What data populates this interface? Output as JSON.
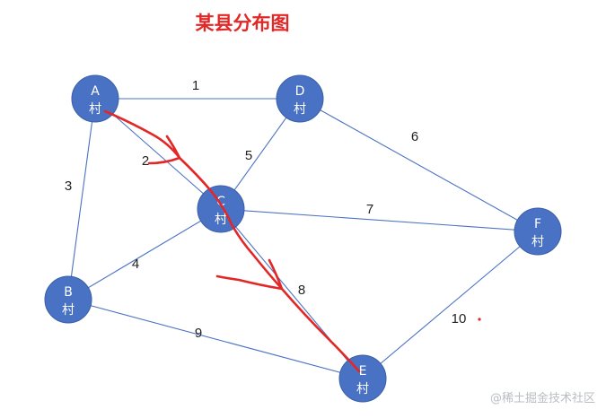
{
  "title": "某县分布图",
  "colors": {
    "node_fill": "#4a72c4",
    "node_stroke": "#3b5ea6",
    "edge": "#4a72c4",
    "annotation": "#e32626",
    "title": "#e32626",
    "weight_text": "#222222",
    "node_text": "#ffffff"
  },
  "nodes": [
    {
      "id": "A",
      "line1": "A",
      "line2": "村"
    },
    {
      "id": "D",
      "line1": "D",
      "line2": "村"
    },
    {
      "id": "C",
      "line1": "C",
      "line2": "村"
    },
    {
      "id": "F",
      "line1": "F",
      "line2": "村"
    },
    {
      "id": "B",
      "line1": "B",
      "line2": "村"
    },
    {
      "id": "E",
      "line1": "E",
      "line2": "村"
    }
  ],
  "edges": [
    {
      "from": "A",
      "to": "D",
      "weight": "1"
    },
    {
      "from": "A",
      "to": "C",
      "weight": "2"
    },
    {
      "from": "A",
      "to": "B",
      "weight": "3"
    },
    {
      "from": "B",
      "to": "C",
      "weight": "4"
    },
    {
      "from": "C",
      "to": "D",
      "weight": "5"
    },
    {
      "from": "D",
      "to": "F",
      "weight": "6"
    },
    {
      "from": "C",
      "to": "F",
      "weight": "7"
    },
    {
      "from": "C",
      "to": "E",
      "weight": "8"
    },
    {
      "from": "B",
      "to": "E",
      "weight": "9"
    },
    {
      "from": "E",
      "to": "F",
      "weight": "10"
    }
  ],
  "highlighted_path": [
    "A",
    "C",
    "E"
  ],
  "watermark": "@稀土掘金技术社区"
}
